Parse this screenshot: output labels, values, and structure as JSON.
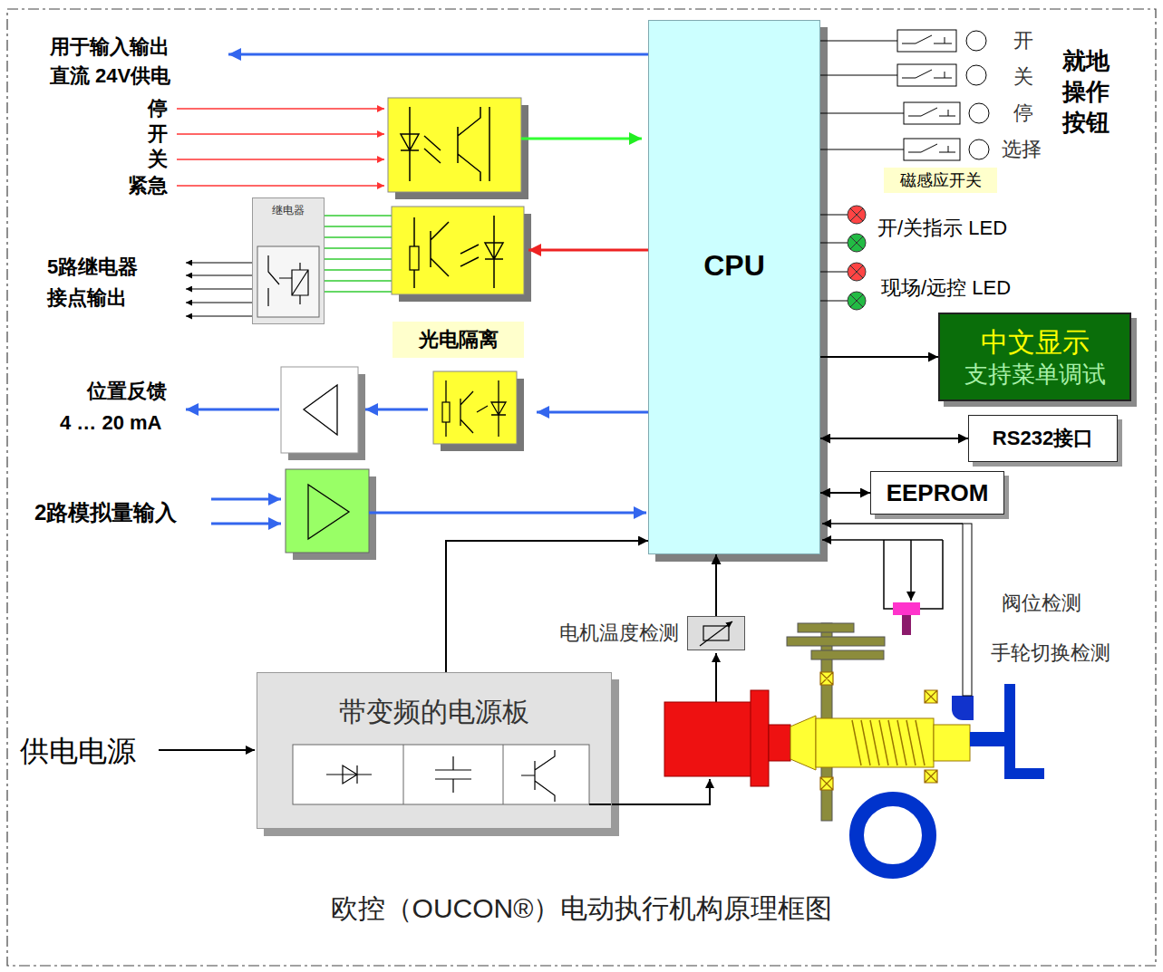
{
  "diagram": {
    "caption": "欧控（OUCON®）电动执行机构原理框图",
    "nodes": [
      {
        "text": [
          "CPU"
        ]
      },
      {
        "text": [
          "继电器"
        ]
      },
      {
        "text": [
          "光电隔离"
        ]
      },
      {
        "text": [
          "磁感应开关"
        ]
      },
      {
        "text": [
          "中文显示",
          "支持菜单调试"
        ]
      },
      {
        "text": [
          "RS232接口"
        ]
      },
      {
        "text": [
          "EEPROM"
        ]
      },
      {
        "text": [
          "电机温度检测"
        ]
      },
      {
        "text": [
          "带变频的电源板"
        ]
      }
    ],
    "edges": [
      {
        "from": 0,
        "to": 4,
        "arrow": "to"
      },
      {
        "from": 0,
        "to": 5,
        "arrow": "both"
      },
      {
        "from": 0,
        "to": 6,
        "arrow": "both"
      },
      {
        "from": 8,
        "to": 0,
        "arrow": "to"
      },
      {
        "from": 7,
        "to": 0,
        "arrow": "to"
      }
    ],
    "labels": [
      "用于输入输出 直流 24V供电",
      "停",
      "开",
      "关",
      "紧急",
      "5路继电器 接点输出",
      "位置反馈",
      "4 … 20 mA",
      "2路模拟量输入",
      "供电电源",
      "开",
      "关",
      "停",
      "选择",
      "就地 操作 按钮",
      "开/关指示 LED",
      "现场/远控 LED",
      "阀位检测",
      "手轮切换检测"
    ]
  }
}
